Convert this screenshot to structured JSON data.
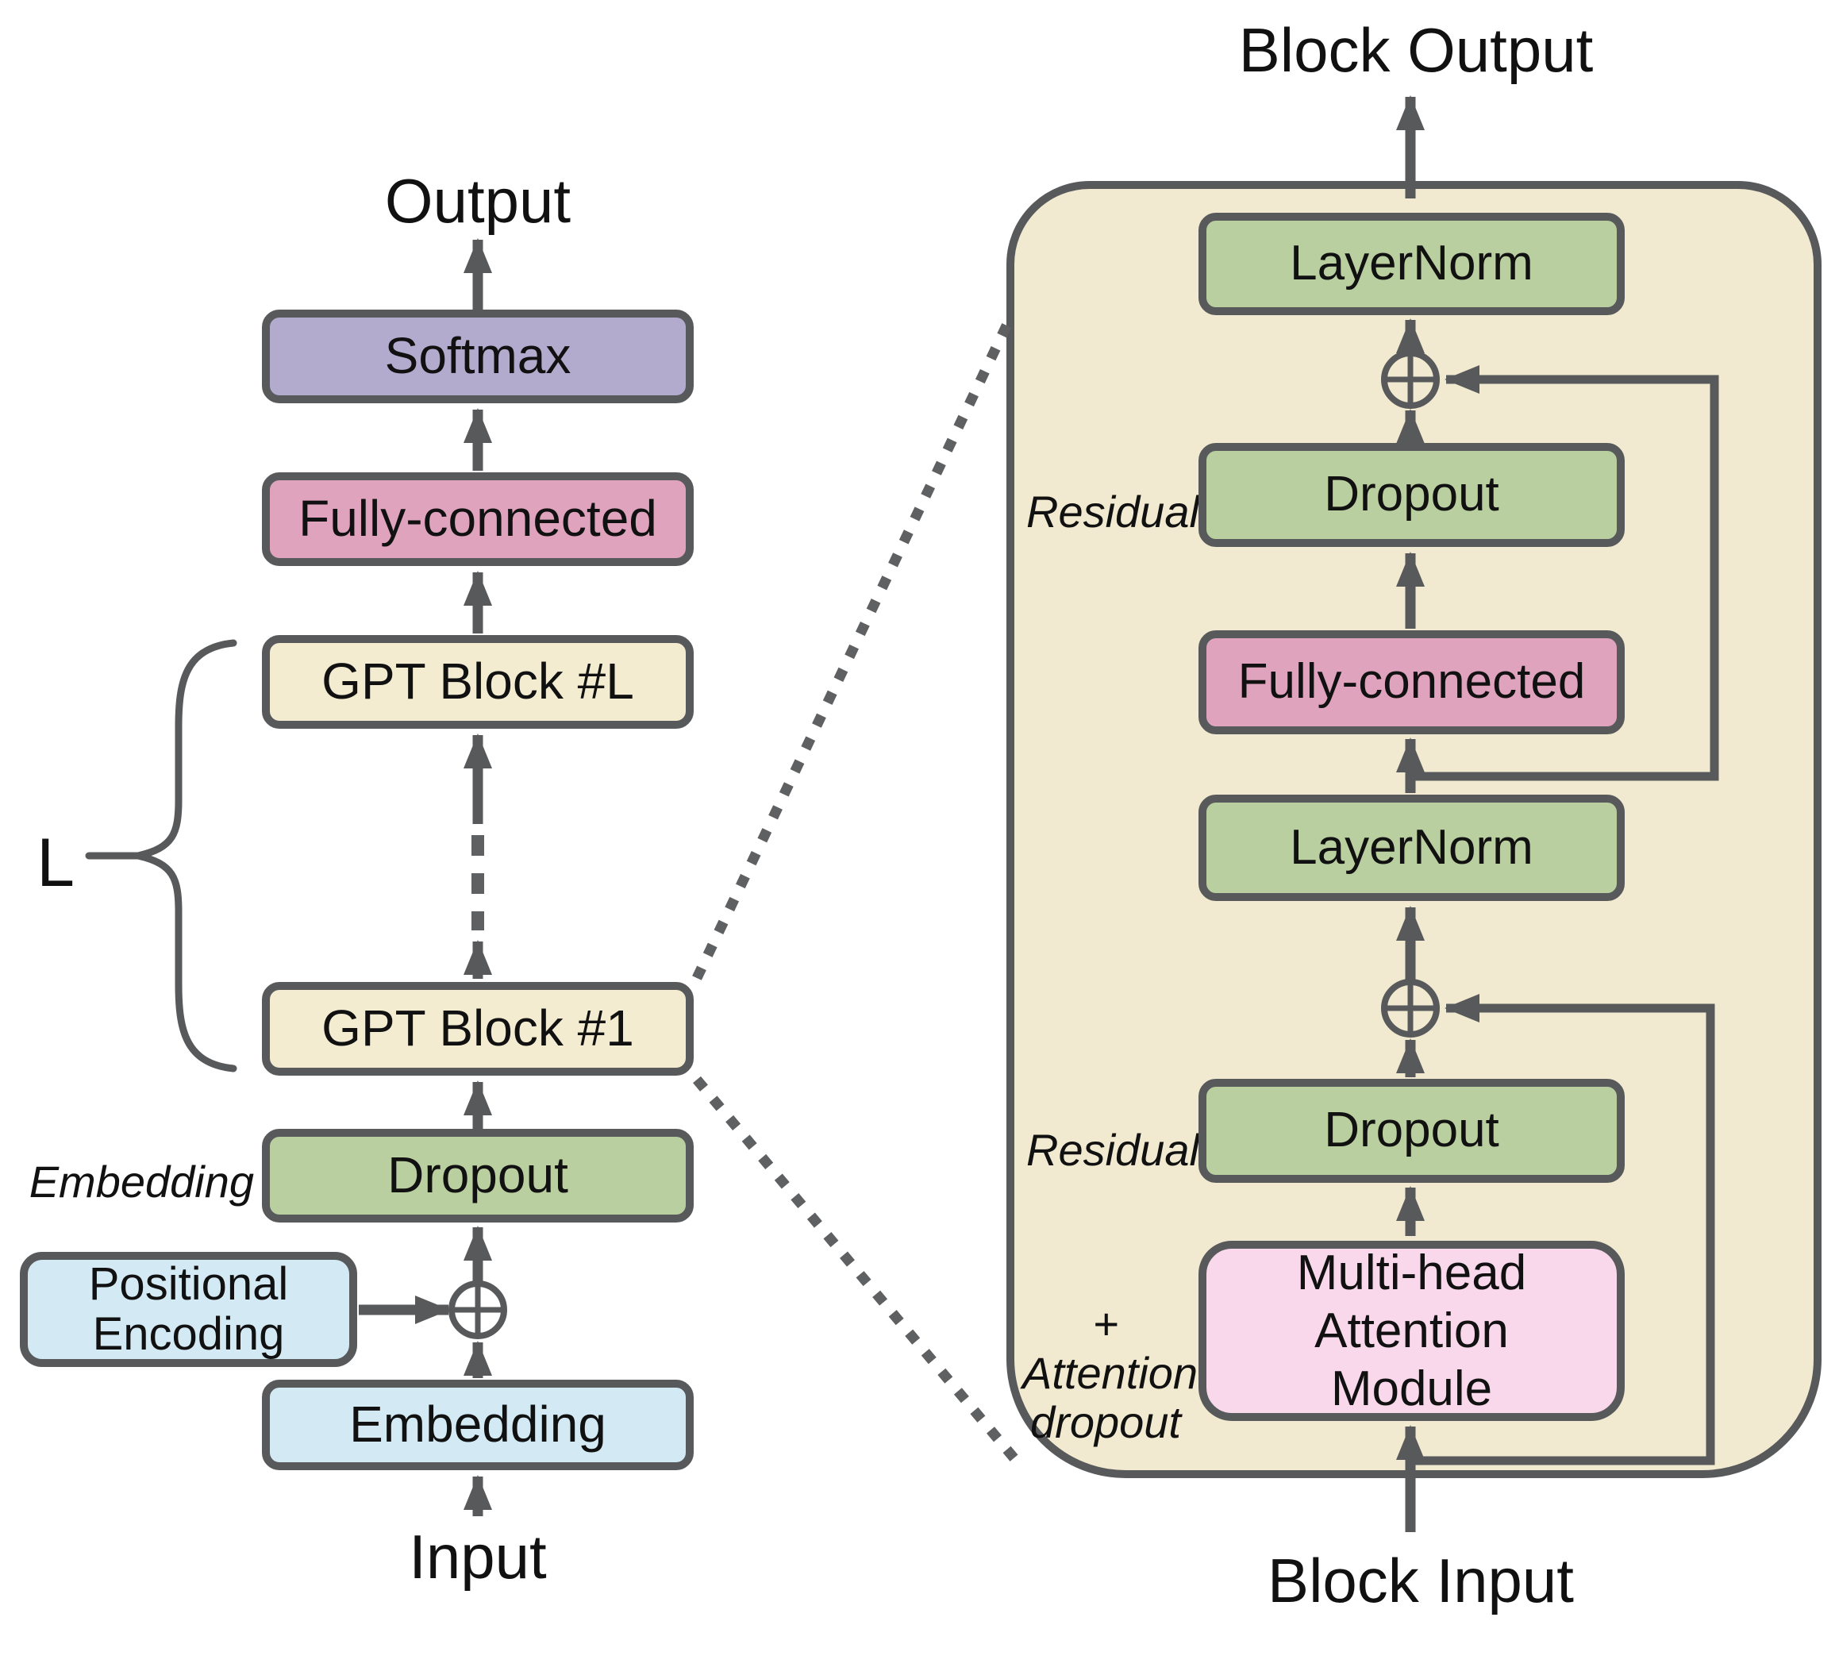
{
  "figure": {
    "type": "architecture-diagram",
    "subject": "GPT model architecture with expanded GPT block detail"
  },
  "palette": {
    "background": "#ffffff",
    "outline_gray": "#58595b",
    "softmax_purple": "#b2abce",
    "fully_connected_pink": "#dfa3bd",
    "gpt_block_cream": "#f3ecd1",
    "dropout_green": "#bacfa0",
    "embedding_blue": "#d3eaf4",
    "attention_pink": "#f8d8ea",
    "panel_beige": "#f1ead0"
  },
  "left_diagram": {
    "output_label": "Output",
    "input_label": "Input",
    "layer_count_label": "L",
    "embedding_stage_label": "Embedding",
    "boxes": {
      "softmax": "Softmax",
      "fully_connected": "Fully-connected",
      "gpt_block_last": "GPT Block #L",
      "gpt_block_first": "GPT Block #1",
      "dropout": "Dropout",
      "positional_encoding": [
        "Positional",
        "Encoding"
      ],
      "embedding": "Embedding"
    }
  },
  "block_detail": {
    "output_label": "Block Output",
    "input_label": "Block Input",
    "residual_top_label": "Residual",
    "residual_bottom_label": "Residual",
    "attention_dropout_label": [
      "+",
      "Attention",
      "dropout"
    ],
    "boxes": {
      "layernorm_top": "LayerNorm",
      "dropout_top": "Dropout",
      "fully_connected": "Fully-connected",
      "layernorm_mid": "LayerNorm",
      "dropout_bottom": "Dropout",
      "multi_head_attention": [
        "Multi-head",
        "Attention",
        "Module"
      ]
    }
  }
}
